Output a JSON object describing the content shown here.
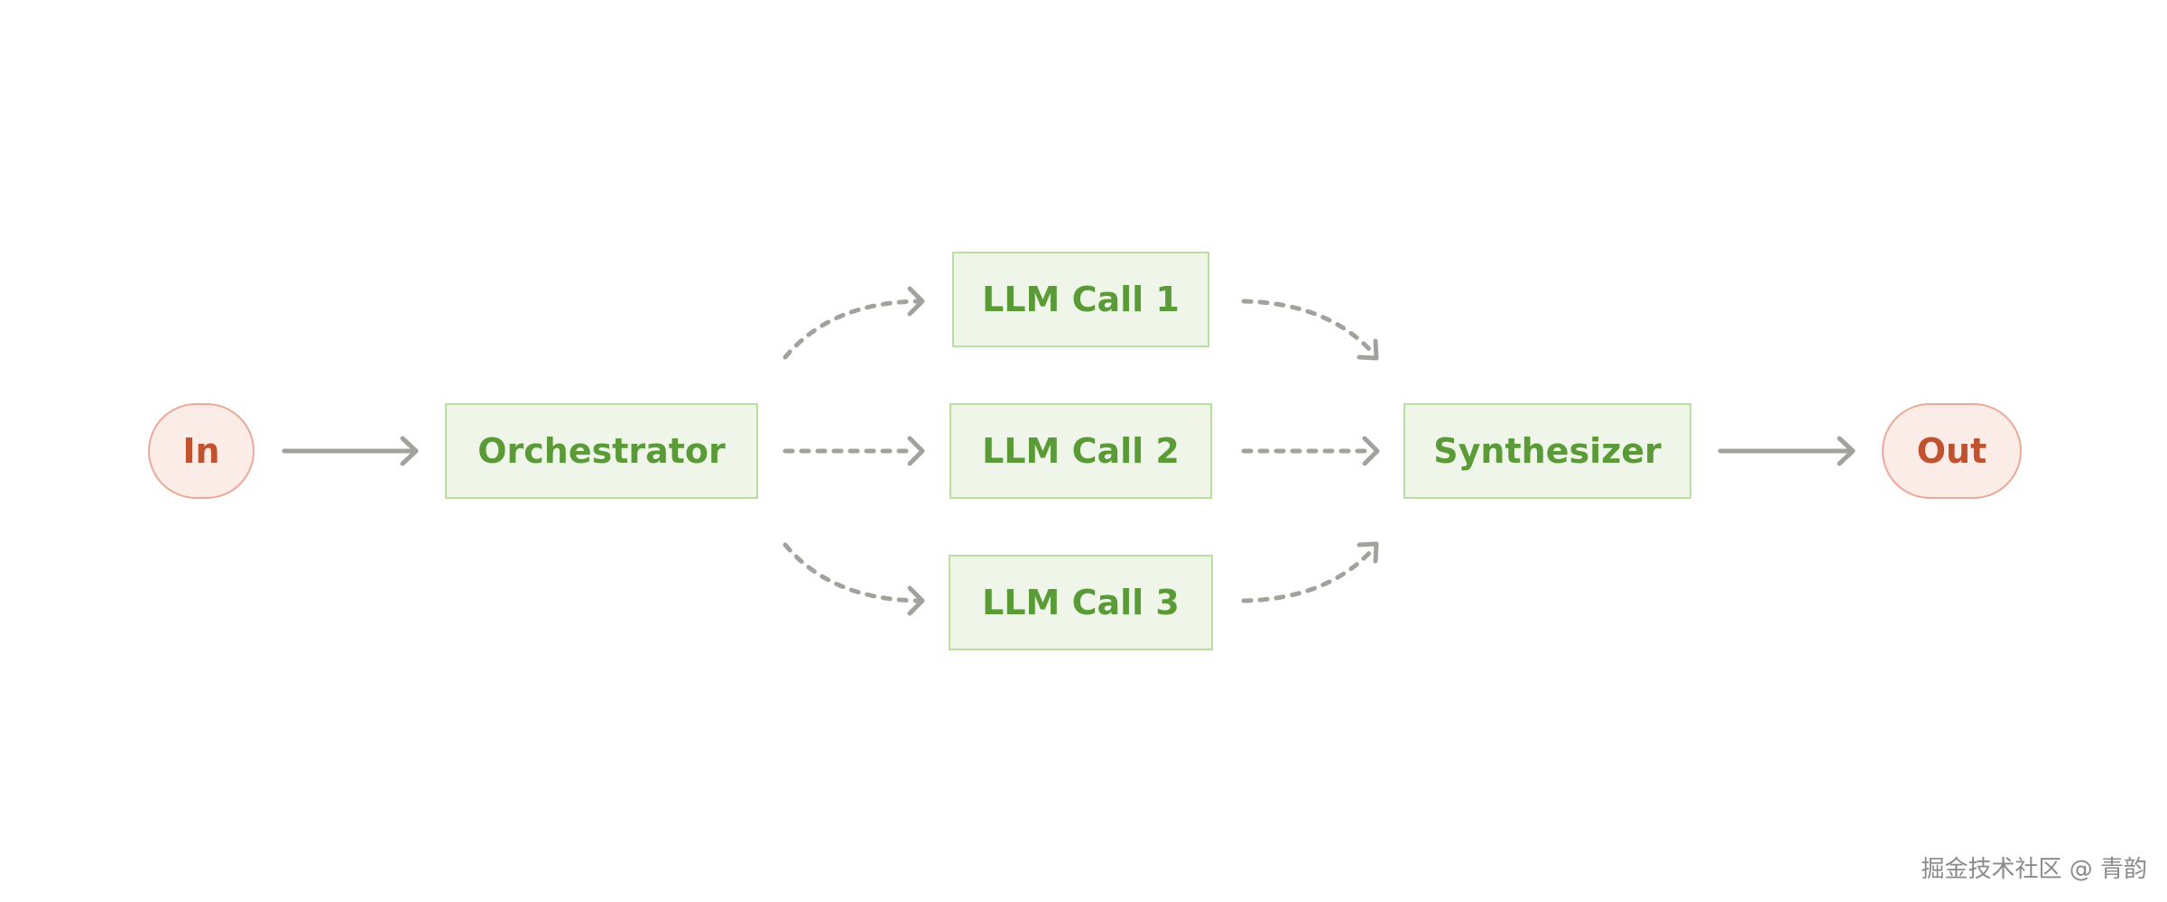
{
  "nodes": {
    "input": "In",
    "orchestrator": "Orchestrator",
    "llm_call_1": "LLM Call 1",
    "llm_call_2": "LLM Call 2",
    "llm_call_3": "LLM Call 3",
    "synthesizer": "Synthesizer",
    "output": "Out"
  },
  "watermark": "掘金技术社区 @ 青韵",
  "colors": {
    "box_fill": "#eff5e9",
    "box_border": "#b9de9f",
    "box_text": "#5a9b38",
    "terminal_fill": "#fbece8",
    "terminal_border": "#eda997",
    "terminal_text": "#c0522f",
    "arrow": "#a2a29d"
  }
}
